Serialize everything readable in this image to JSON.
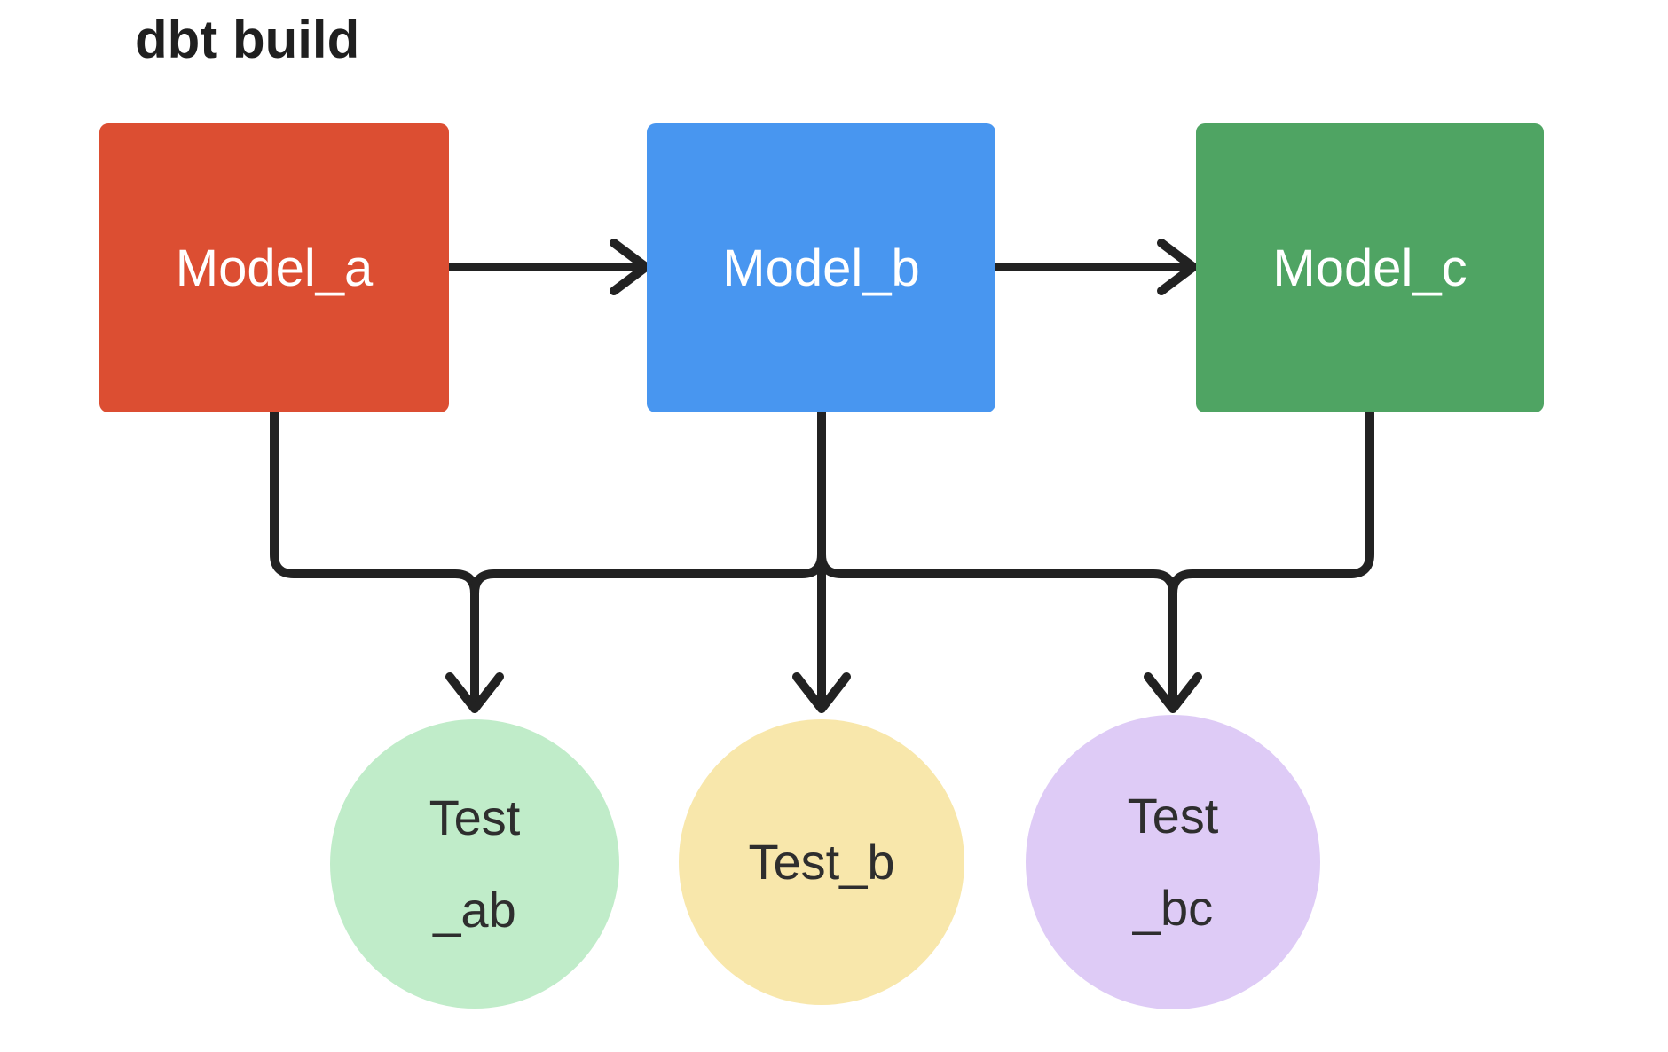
{
  "title": "dbt build",
  "palette": {
    "line": "#222222",
    "canvas": "#ffffff"
  },
  "models": [
    {
      "label": "Model_a",
      "color": "#dc4e32",
      "text_color": "#ffffff"
    },
    {
      "label": "Model_b",
      "color": "#4896f0",
      "text_color": "#ffffff"
    },
    {
      "label": "Model_c",
      "color": "#4fa463",
      "text_color": "#ffffff"
    }
  ],
  "tests": [
    {
      "lines": [
        "Test",
        "_ab"
      ],
      "color": "#c0ecc9",
      "text_color": "#2e2e2e"
    },
    {
      "lines": [
        "Test_b"
      ],
      "color": "#f8e7ab",
      "text_color": "#2e2e2e"
    },
    {
      "lines": [
        "Test",
        "_bc"
      ],
      "color": "#decbf6",
      "text_color": "#2e2e2e"
    }
  ],
  "edges": [
    {
      "from": "Model_a",
      "to": "Model_b"
    },
    {
      "from": "Model_b",
      "to": "Model_c"
    },
    {
      "from": "Model_a",
      "to": "Test_ab"
    },
    {
      "from": "Model_b",
      "to": "Test_ab"
    },
    {
      "from": "Model_b",
      "to": "Test_b"
    },
    {
      "from": "Model_b",
      "to": "Test_bc"
    },
    {
      "from": "Model_c",
      "to": "Test_bc"
    }
  ]
}
